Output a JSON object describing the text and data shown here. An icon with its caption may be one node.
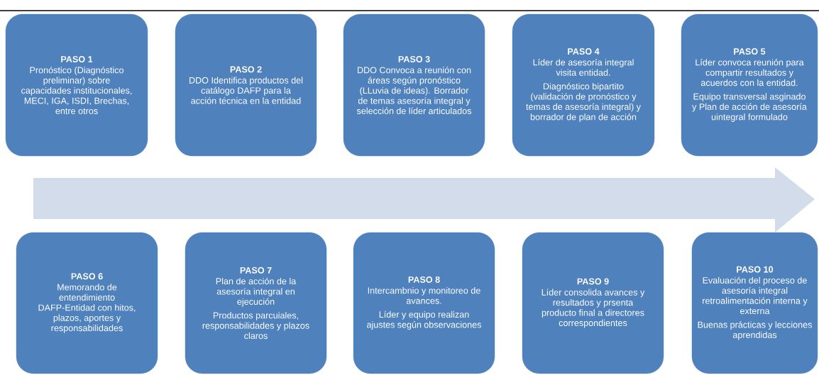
{
  "diagram": {
    "nodes": [
      {
        "text": [
          "PASO 1",
          "Pronóstico (Diagnóstico preliminar) sobre capacidades institucionales, MECI, IGA, ISDI, Brechas, entre otros"
        ]
      },
      {
        "text": [
          "PASO 2",
          "DDO Identifica productos del catálogo DAFP para la acción técnica en la entidad"
        ]
      },
      {
        "text": [
          "PASO 3",
          "DDO Convoca a reunión con áreas según pronóstico (LLuvia de ideas). Borrador de temas asesoría integral y selección de líder articulados"
        ]
      },
      {
        "text": [
          "PASO 4",
          "Líder de asesoría integral visita entidad.",
          "Diagnóstico bipartito (validación de pronóstico y temas de asesoría integral) y borrador de plan de acción"
        ]
      },
      {
        "text": [
          "PASO 5",
          "Líder convoca reunión para compartir resultados y acuerdos con la entidad.",
          "Equipo transversal asginado y Plan de acción de asesoría uintegral formulado"
        ]
      },
      {
        "text": [
          "PASO 6",
          "Memorando de entendimiento DAFP-Entidad con hitos, plazos, aportes y responsabilidades"
        ]
      },
      {
        "text": [
          "PASO 7",
          "Plan de acción de la asesoría integral en ejecución",
          "Productos parcuiales, responsabilidades y plazos claros"
        ]
      },
      {
        "text": [
          "PASO 8",
          "Intercambnio y monitoreo de avances.",
          "Líder y equipo realizan ajustes según observaciones"
        ]
      },
      {
        "text": [
          "PASO 9",
          "Líder consolida avances y resultados y prsenta producto final a directores correspondientes"
        ]
      },
      {
        "text": [
          "PASO 10",
          "Evaluación del proceso de asesoría integral retroalimentación interna y externa",
          "Buenas prácticas y lecciones aprendidas"
        ]
      },
      {
        "text": [],
        "shape": "arrow"
      }
    ]
  }
}
